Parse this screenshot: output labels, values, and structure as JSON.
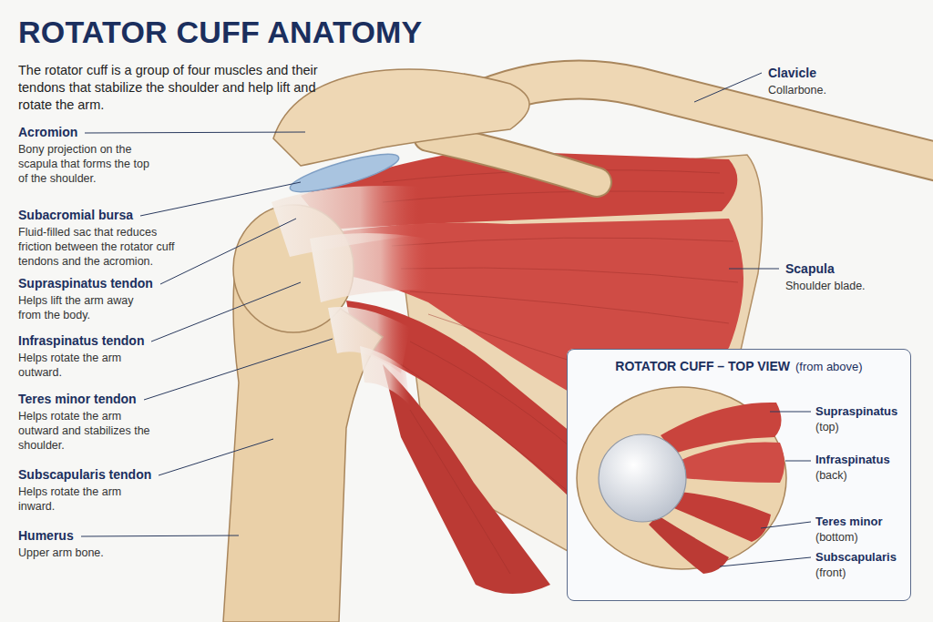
{
  "diagram": {
    "title": "ROTATOR CUFF ANATOMY",
    "caption": "The rotator cuff is a group of four muscles and their tendons that stabilize the shoulder and help lift and rotate the arm.",
    "nodes": [
      {
        "text": [
          "ROTATOR CUFF – TOP VIEW",
          "(from above)"
        ]
      }
    ],
    "labels": [
      "Acromion",
      "Bony projection on the scapula that forms the top of the shoulder.",
      "Subacromial bursa",
      "Fluid-filled sac that reduces friction between the rotator cuff tendons and the acromion.",
      "Supraspinatus tendon",
      "Helps lift the arm away from the body.",
      "Infraspinatus tendon",
      "Helps rotate the arm outward.",
      "Teres minor tendon",
      "Helps rotate the arm outward and stabilizes the shoulder.",
      "Subscapularis tendon",
      "Helps rotate the arm inward.",
      "Humerus",
      "Upper arm bone.",
      "Clavicle",
      "Collarbone.",
      "Scapula",
      "Shoulder blade.",
      "Supraspinatus",
      "(top)",
      "Infraspinatus",
      "(back)",
      "Teres minor",
      "(bottom)",
      "Subscapularis",
      "(front)"
    ]
  }
}
